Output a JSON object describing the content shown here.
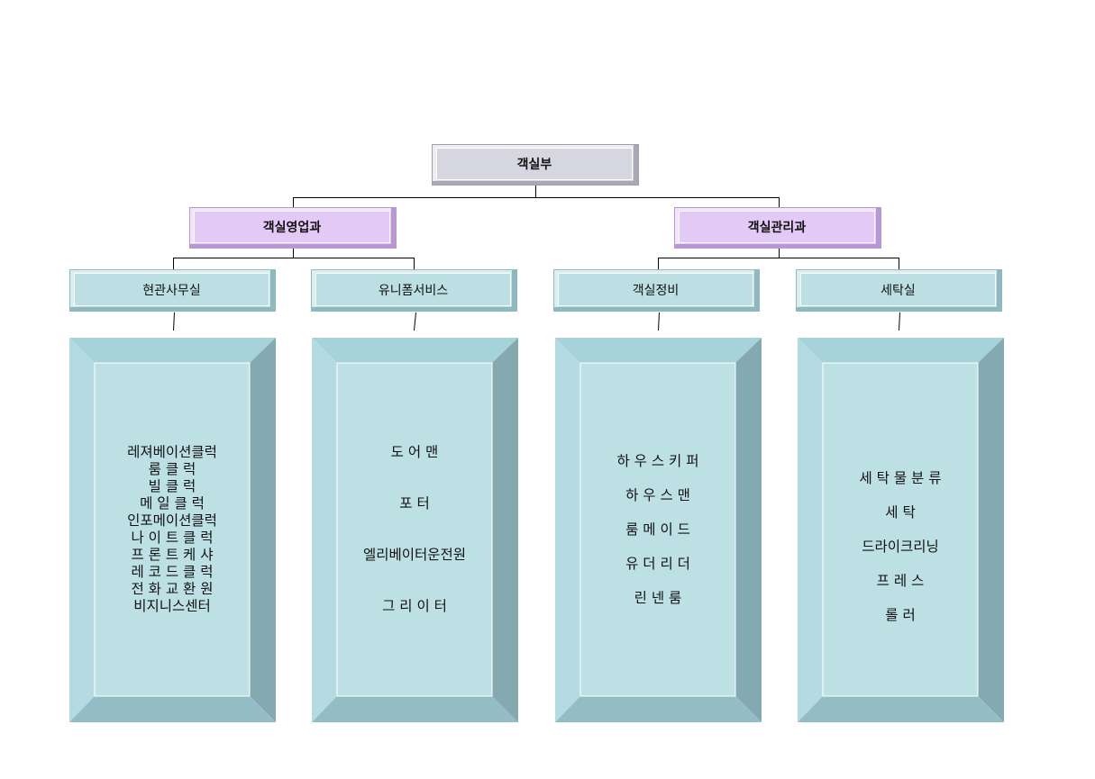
{
  "root": {
    "label": "객실부"
  },
  "divisions": [
    {
      "label": "객실영업과"
    },
    {
      "label": "객실관리과"
    }
  ],
  "sections": [
    {
      "label": "현관사무실"
    },
    {
      "label": "유니폼서비스"
    },
    {
      "label": "객실정비"
    },
    {
      "label": "세탁실"
    }
  ],
  "panels": [
    {
      "items": [
        "레져베이션클럭",
        "룸   클   럭",
        "빌   클   럭",
        "메 일  클 럭",
        "인포메이션클럭",
        "나 이 트 클 럭",
        "프 론 트 케 샤",
        "레 코 드 클 럭",
        "전 화 교 환 원",
        "비지니스센터"
      ]
    },
    {
      "items": [
        "도   어   맨",
        "포         터",
        "엘리베이터운전원",
        "그  리  이  터"
      ]
    },
    {
      "items": [
        "하 우 스 키 퍼",
        "하 우 스 맨",
        "룸 메 이 드",
        "유 더 리 더",
        "린   넨   룸"
      ]
    },
    {
      "items": [
        "세 탁 물  분 류",
        "세         탁",
        "드라이크리닝",
        "프    레    스",
        "롤        러"
      ]
    }
  ],
  "colors": {
    "root_fill": "#d6d6e0",
    "division_fill": "#e2c9f6",
    "section_fill": "#bcdfe4",
    "panel_face": "#bcdfe4"
  }
}
